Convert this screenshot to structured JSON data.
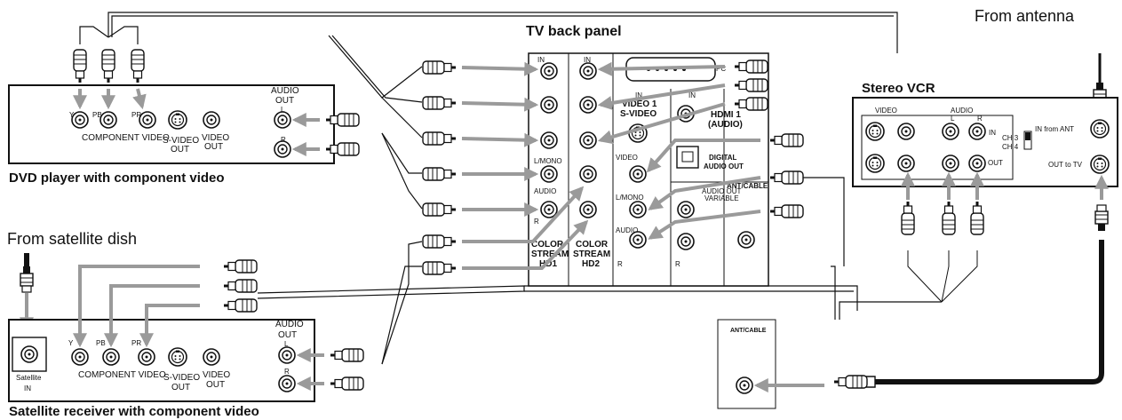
{
  "titles": {
    "tv_back_panel": "TV back panel",
    "stereo_vcr": "Stereo VCR",
    "from_antenna": "From antenna",
    "from_satellite": "From satellite dish",
    "dvd_player": "DVD player with component video",
    "satellite_receiver": "Satellite receiver with component video"
  },
  "dvd": {
    "y": "Y",
    "pb": "PB",
    "pr": "PR",
    "component_video": "COMPONENT VIDEO",
    "svideo_1": "S-VIDEO",
    "svideo_2": "OUT",
    "video_1": "VIDEO",
    "video_2": "OUT",
    "audio": "AUDIO",
    "out": "OUT",
    "l": "L",
    "r": "R"
  },
  "satellite": {
    "satellite": "Satellite",
    "in": "IN",
    "y": "Y",
    "pb": "PB",
    "pr": "PR",
    "component_video": "COMPONENT VIDEO",
    "svideo_1": "S-VIDEO",
    "svideo_2": "OUT",
    "video_1": "VIDEO",
    "video_2": "OUT",
    "audio": "AUDIO",
    "out": "OUT",
    "l": "L",
    "r": "R"
  },
  "tv": {
    "in_1": "IN",
    "in_2": "IN",
    "in_3": "IN",
    "in_4": "IN",
    "pc": "PC",
    "video1_1": "VIDEO 1",
    "video1_2": "S-VIDEO",
    "video_label": "VIDEO",
    "hdmi_1": "HDMI 1",
    "hdmi_2": "(AUDIO)",
    "lmono_1": "L/MONO",
    "lmono_2": "L/MONO",
    "audio_1": "AUDIO",
    "audio_2": "AUDIO",
    "r_1": "R",
    "r_2": "R",
    "r_3": "R",
    "colorstream_hd1_1": "COLOR",
    "colorstream_hd1_2": "STREAM",
    "colorstream_hd1_3": "HD1",
    "colorstream_hd2_1": "COLOR",
    "colorstream_hd2_2": "STREAM",
    "colorstream_hd2_3": "HD2",
    "digital_audio_1": "DIGITAL",
    "digital_audio_2": "AUDIO OUT",
    "audio_out_variable_1": "AUDIO OUT",
    "audio_out_variable_2": "VARIABLE",
    "ant_cable": "ANT/CABLE"
  },
  "vcr": {
    "video": "VIDEO",
    "audio": "AUDIO",
    "l": "L",
    "r": "R",
    "in": "IN",
    "out": "OUT",
    "ch3": "CH 3",
    "ch4": "CH 4",
    "in_from_ant": "IN from ANT",
    "out_to_tv": "OUT to TV"
  },
  "antcable_inset": {
    "label": "ANT/CABLE"
  },
  "colors": {
    "line": "#111111",
    "arrow": "#9a9a9a",
    "panel": "#ffffff"
  }
}
